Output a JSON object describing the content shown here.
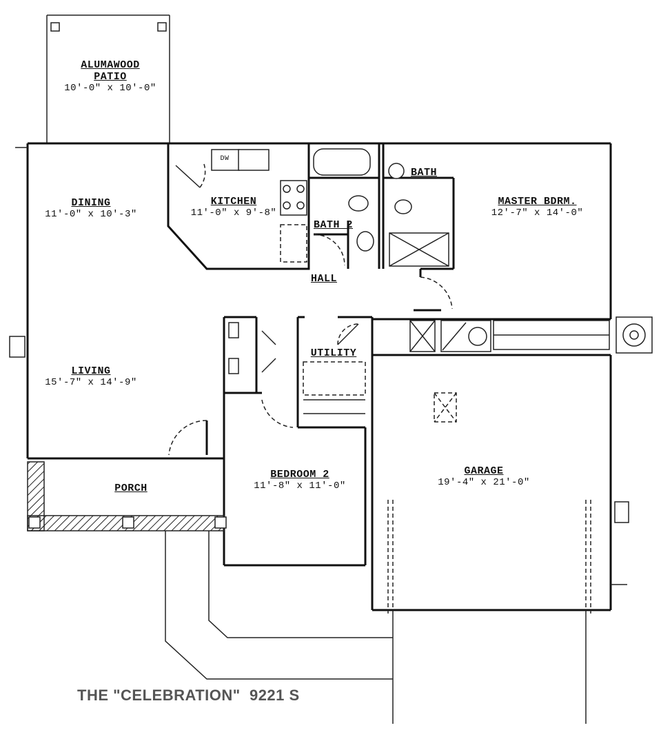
{
  "plan_name": "THE \"CELEBRATION\"  9221 S",
  "rooms": {
    "patio": {
      "name_line1": "ALUMAWOOD",
      "name_line2": "PATIO",
      "dims": "10'-0\" x 10'-0\""
    },
    "dining": {
      "name": "DINING",
      "dims": "11'-0\" x 10'-3\""
    },
    "kitchen": {
      "name": "KITCHEN",
      "dims": "11'-0\" x 9'-8\""
    },
    "bath": {
      "name": "BATH"
    },
    "bath2": {
      "name": "BATH 2"
    },
    "master": {
      "name": "MASTER BDRM.",
      "dims": "12'-7\" x 14'-0\""
    },
    "hall": {
      "name": "HALL"
    },
    "utility": {
      "name": "UTILITY"
    },
    "living": {
      "name": "LIVING",
      "dims": "15'-7\" x 14'-9\""
    },
    "porch": {
      "name": "PORCH"
    },
    "bedroom2": {
      "name": "BEDROOM 2",
      "dims": "11'-8\" x 11'-0\""
    },
    "garage": {
      "name": "GARAGE",
      "dims": "19'-4\" x 21'-0\""
    }
  },
  "fixtures": {
    "dishwasher": "DW"
  }
}
